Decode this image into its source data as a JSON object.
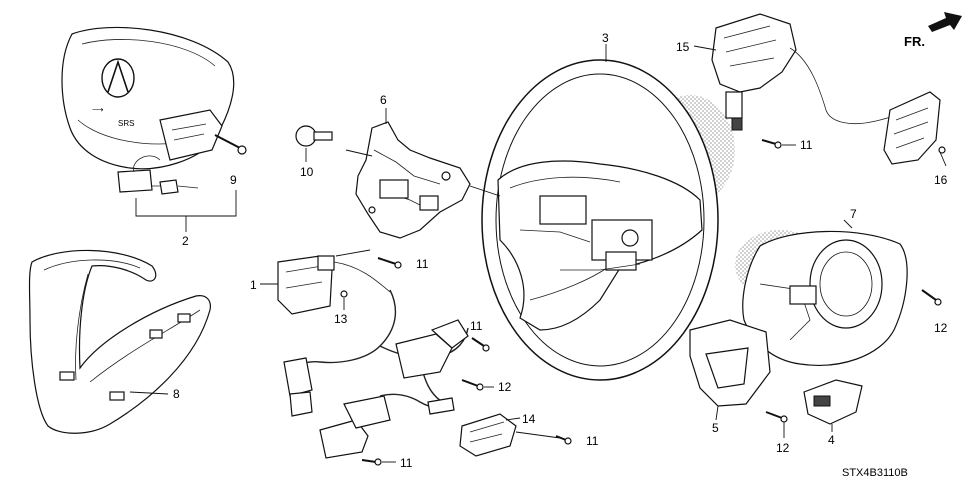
{
  "diagram": {
    "fr_arrow_label": "FR.",
    "diagram_code": "STX4B3110B",
    "callouts": {
      "c1": "1",
      "c2": "2",
      "c3": "3",
      "c4": "4",
      "c5": "5",
      "c6": "6",
      "c7": "7",
      "c8": "8",
      "c9": "9",
      "c10": "10",
      "c11a": "11",
      "c11b": "11",
      "c11c": "11",
      "c11d": "11",
      "c11e": "11",
      "c12a": "12",
      "c12b": "12",
      "c12c": "12",
      "c13": "13",
      "c14": "14",
      "c15": "15",
      "c16": "16"
    }
  },
  "colors": {
    "line": "#111111",
    "background": "#ffffff",
    "halftone": "#9a9a9a"
  }
}
